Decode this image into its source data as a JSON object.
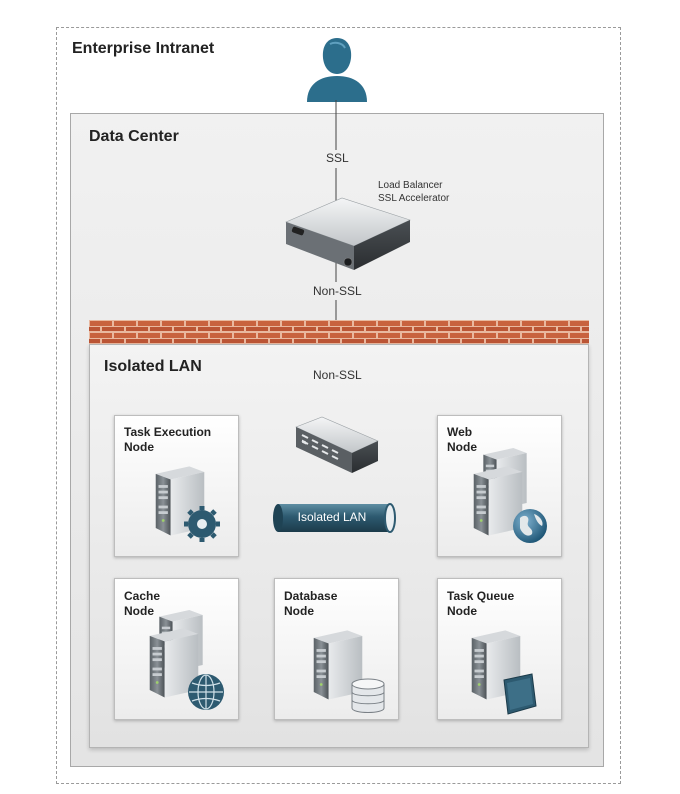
{
  "zones": {
    "intranet": "Enterprise Intranet",
    "datacenter": "Data Center",
    "isolated": "Isolated LAN"
  },
  "connections": {
    "ssl": "SSL",
    "non_ssl_top": "Non-SSL",
    "non_ssl_bottom": "Non-SSL"
  },
  "load_balancer": {
    "line1": "Load Balancer",
    "line2": "SSL Accelerator"
  },
  "pipe_label": "Isolated LAN",
  "nodes": {
    "task_execution": {
      "line1": "Task Execution",
      "line2": "Node"
    },
    "web": {
      "line1": "Web",
      "line2": "Node"
    },
    "cache": {
      "line1": "Cache",
      "line2": "Node"
    },
    "database": {
      "line1": "Database",
      "line2": "Node"
    },
    "task_queue": {
      "line1": "Task Queue",
      "line2": "Node"
    }
  },
  "colors": {
    "user": "#2c6e8c",
    "pipe": "#2d5a70",
    "brick": "#c8623e",
    "mortar": "#e9b89f"
  }
}
